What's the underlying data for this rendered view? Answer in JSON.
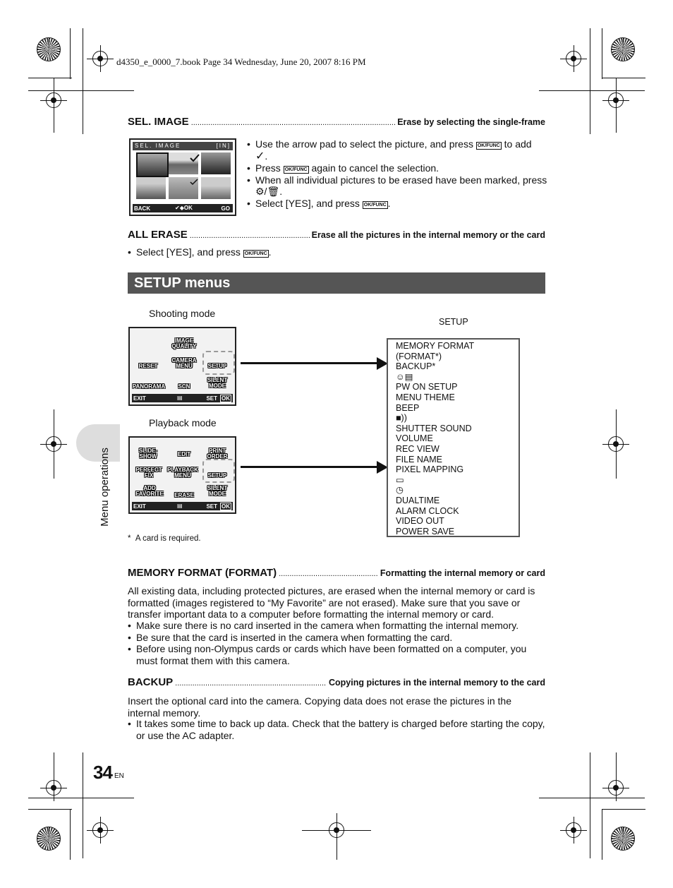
{
  "header": "d4350_e_0000_7.book  Page 34  Wednesday, June 20, 2007  8:16 PM",
  "sel_image": {
    "title": "SEL. IMAGE",
    "desc": "Erase by selecting the single-frame",
    "lcd_title": "SEL. IMAGE",
    "lcd_tag": "[IN]",
    "lcd_back": "BACK",
    "lcd_go": "GO",
    "bullets": [
      "Use the arrow pad to select the picture, and press",
      "to add",
      "Press",
      "again to cancel the selection.",
      "When all individual pictures to be erased have been marked, press",
      "Select [YES], and press"
    ]
  },
  "all_erase": {
    "title": "ALL ERASE",
    "desc": "Erase all the pictures in the internal memory or the card",
    "bullet": "Select [YES], and press"
  },
  "okfunc": "OK/FUNC",
  "setup_section": {
    "heading": "SETUP menus",
    "shooting_label": "Shooting mode",
    "playback_label": "Playback mode",
    "setup_label": "SETUP",
    "shooting_icons": [
      "IMAGE QUALITY",
      "RESET",
      "CAMERA MENU",
      "SETUP",
      "PANORAMA",
      "SCN",
      "SILENT MODE"
    ],
    "playback_icons": [
      "SLIDE-SHOW",
      "EDIT",
      "PRINT ORDER",
      "PERFECT FIX",
      "PLAYBACK MENU",
      "SETUP",
      "ADD FAVORITE",
      "ERASE",
      "SILENT MODE"
    ],
    "lcd_exit": "EXIT",
    "lcd_set": "SET",
    "lcd_ok": "OK",
    "menu_items": [
      "MEMORY FORMAT",
      "(FORMAT*)",
      "BACKUP*",
      "",
      "PW ON SETUP",
      "MENU THEME",
      "BEEP",
      "",
      "SHUTTER SOUND",
      "VOLUME",
      "REC VIEW",
      "FILE NAME",
      "PIXEL MAPPING",
      "",
      "",
      "DUALTIME",
      "ALARM CLOCK",
      "VIDEO OUT",
      "POWER SAVE"
    ],
    "footnote": "A card is required."
  },
  "memory_format": {
    "title": "MEMORY FORMAT (FORMAT)",
    "desc": "Formatting the internal memory or card",
    "para": "All existing data, including protected pictures, are erased when the internal memory or card is formatted (images registered to “My Favorite” are not erased). Make sure that you save or transfer important data to a computer before formatting the internal memory or card.",
    "bullets": [
      "Make sure there is no card inserted in the camera when formatting the internal memory.",
      "Be sure that the card is inserted in the camera when formatting the card.",
      "Before using non-Olympus cards or cards which have been formatted on a computer, you must format them with this camera."
    ]
  },
  "backup": {
    "title": "BACKUP",
    "desc": "Copying pictures in the internal memory to the card",
    "para": "Insert the optional card into the camera. Copying data does not erase the pictures in the internal memory.",
    "bullets": [
      "It takes some time to back up data. Check that the battery is charged before starting the copy, or use the AC adapter."
    ]
  },
  "side_tab": "Menu operations",
  "page_number": "34",
  "page_lang": "EN"
}
